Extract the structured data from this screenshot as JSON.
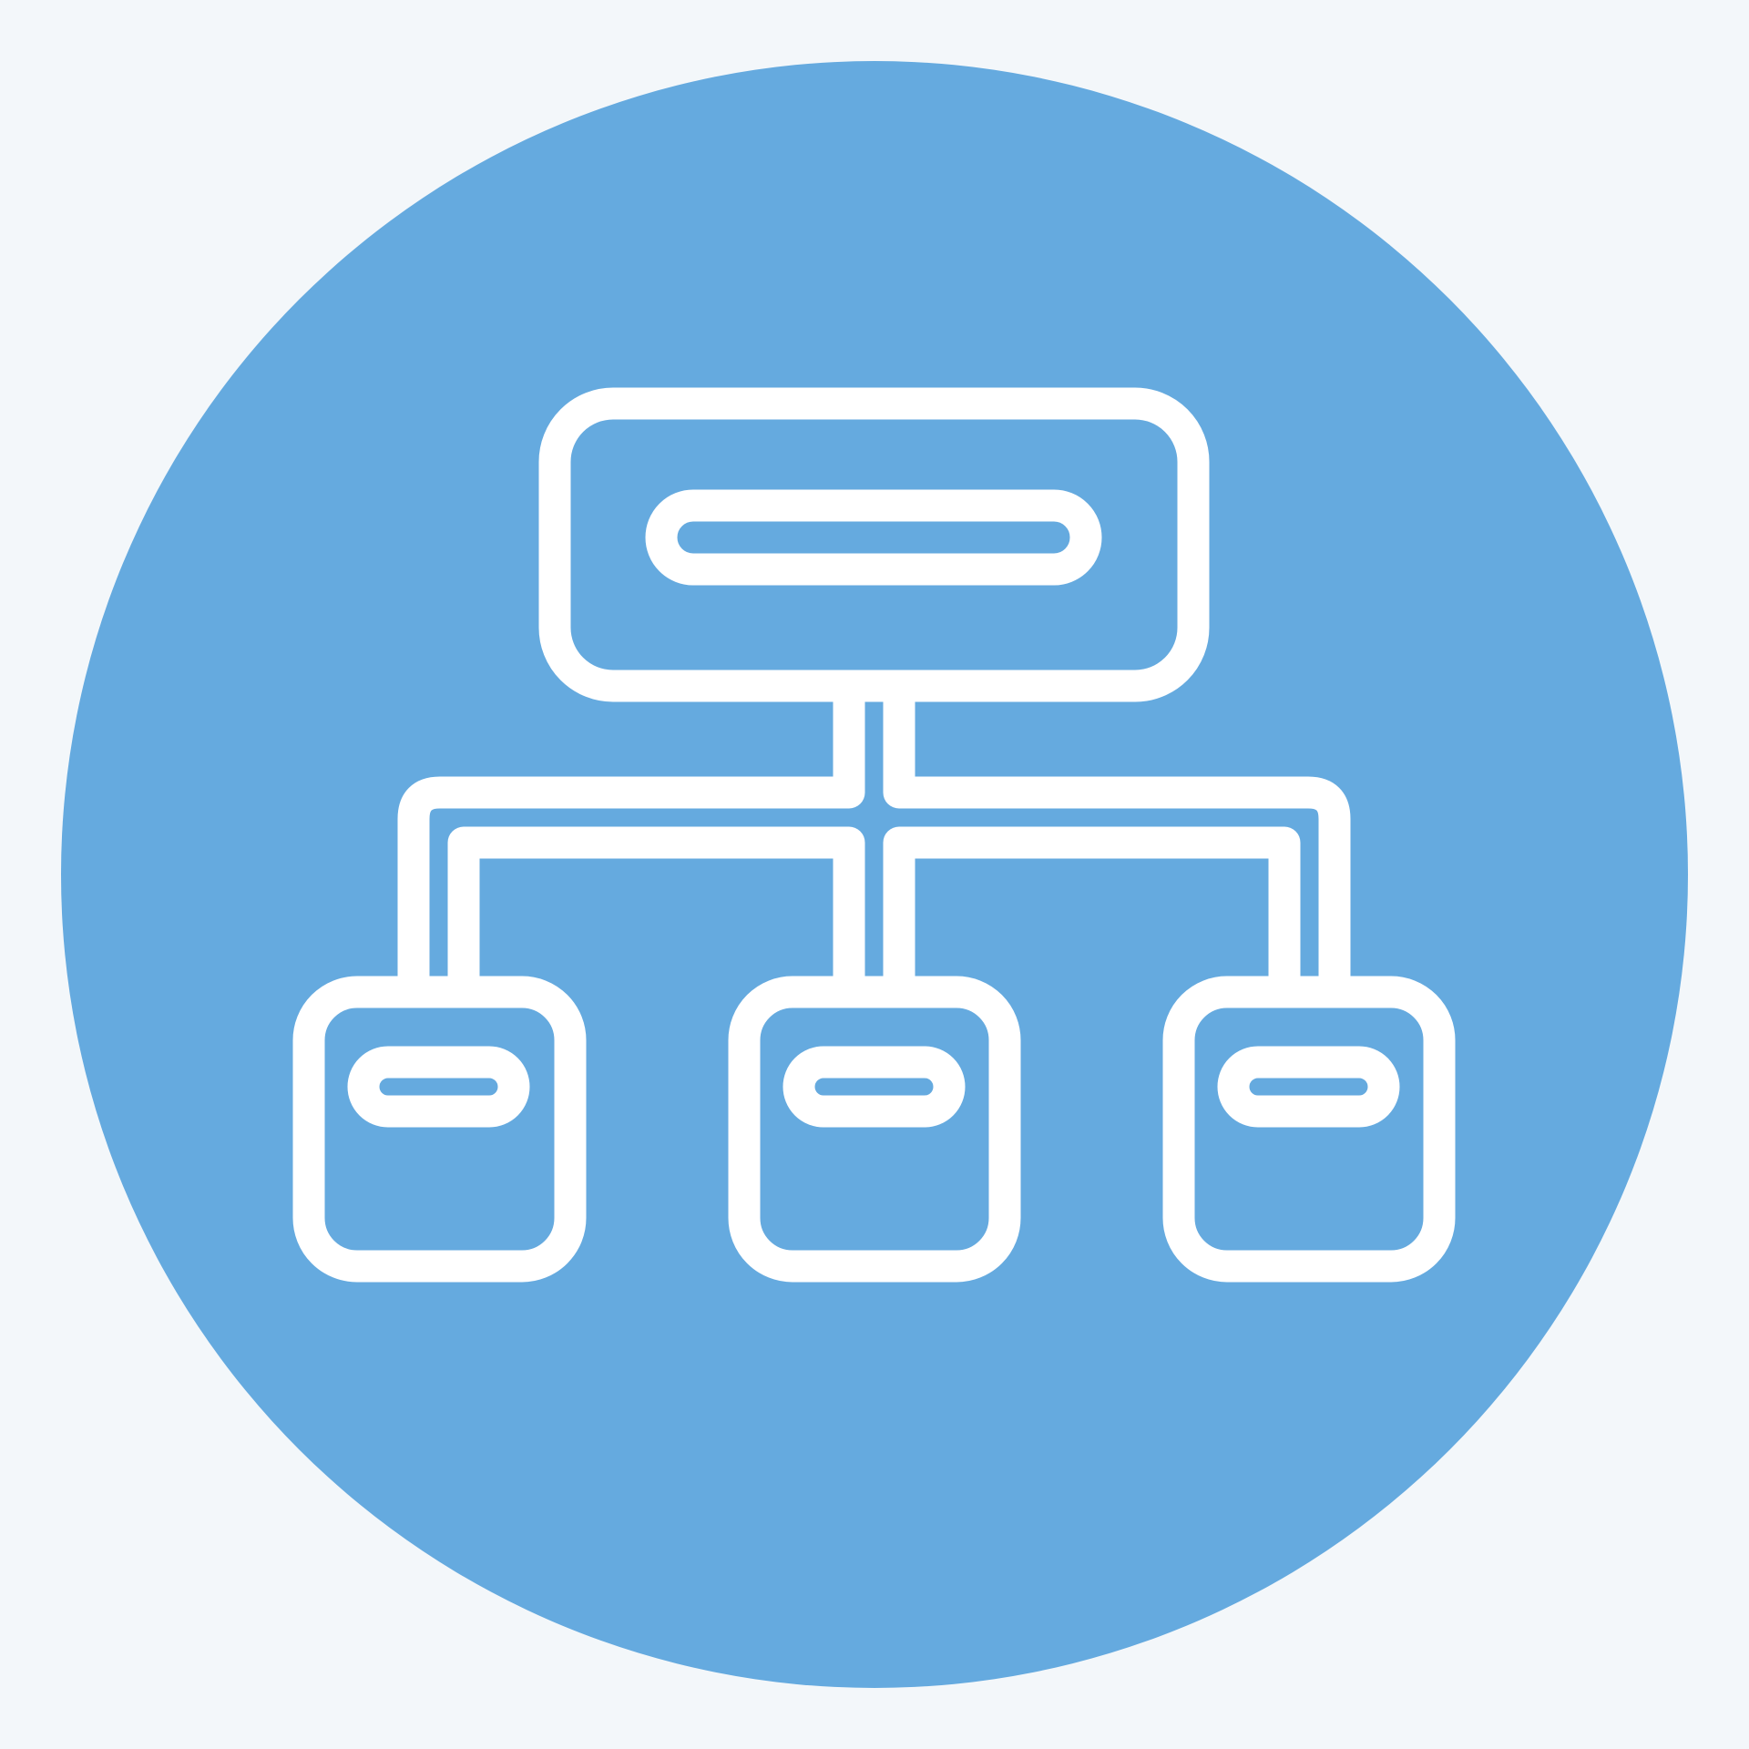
{
  "icon": {
    "semantic": "hierarchy-structure-icon",
    "style": "outline-on-circle",
    "colors": {
      "page_background": "#f3f7fa",
      "circle_fill": "#65aadf",
      "stroke": "#ffffff"
    },
    "structure": {
      "root_nodes": 1,
      "child_nodes": 3,
      "each_node_has_label_bar": true
    }
  }
}
